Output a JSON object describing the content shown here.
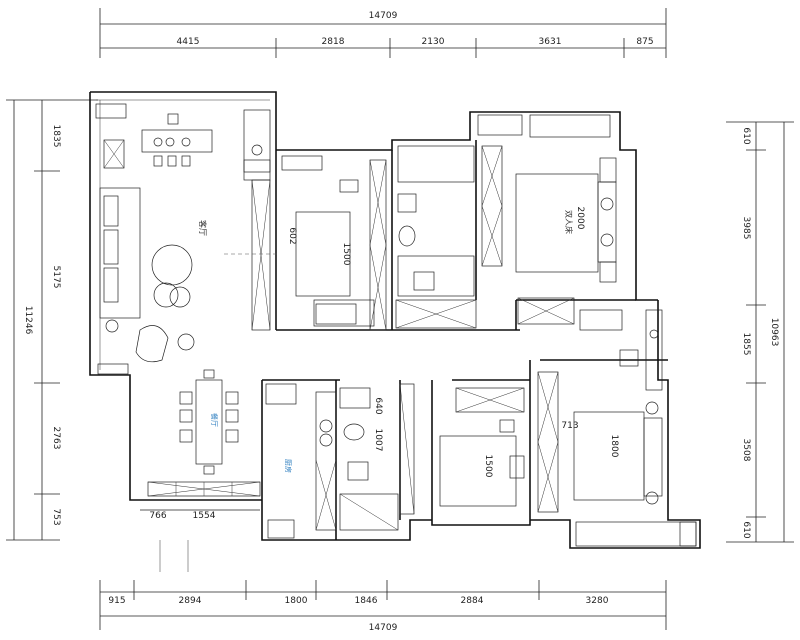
{
  "dimensions": {
    "top_total": "14709",
    "top_segments": [
      "4415",
      "2818",
      "2130",
      "3631",
      "875"
    ],
    "bottom_total": "14709",
    "bottom_segments": [
      "915",
      "2894",
      "1800",
      "1846",
      "2884",
      "3280"
    ],
    "left_total": "11246",
    "left_segments": [
      "1835",
      "5175",
      "2763",
      "753"
    ],
    "right_total": "10963",
    "right_segments": [
      "610",
      "3985",
      "1855",
      "3508",
      "610"
    ],
    "inner": {
      "d602": "602",
      "d1500a": "1500",
      "d2000": "2000",
      "d640": "640",
      "d1007": "1007",
      "d713": "713",
      "d1800": "1800",
      "d1500b": "1500",
      "d766": "766",
      "d1554": "1554"
    }
  },
  "rooms": {
    "living_label": "客厅",
    "dining_label": "餐厅",
    "master_bed_label": "双人床",
    "kitchen_label": "厨房"
  }
}
